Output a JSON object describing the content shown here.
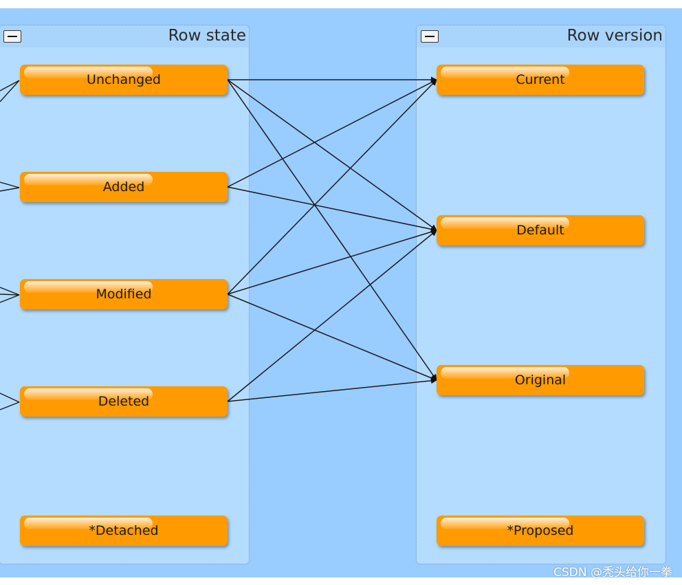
{
  "groups": {
    "row_state": {
      "title": "Row state",
      "nodes": [
        "Unchanged",
        "Added",
        "Modified",
        "Deleted",
        "*Detached"
      ]
    },
    "row_version": {
      "title": "Row version",
      "nodes": [
        "Current",
        "Default",
        "Original",
        "*Proposed"
      ]
    }
  },
  "edges": [
    [
      "Unchanged",
      "Current"
    ],
    [
      "Unchanged",
      "Default"
    ],
    [
      "Unchanged",
      "Original"
    ],
    [
      "Added",
      "Current"
    ],
    [
      "Added",
      "Default"
    ],
    [
      "Modified",
      "Current"
    ],
    [
      "Modified",
      "Default"
    ],
    [
      "Modified",
      "Original"
    ],
    [
      "Deleted",
      "Default"
    ],
    [
      "Deleted",
      "Original"
    ]
  ],
  "colors": {
    "canvas": "#99ccff",
    "group_fill": "#b4dcff",
    "node_fill": "#ff9a00",
    "edge": "#1a1a1a"
  },
  "icons": [
    "collapse-icon"
  ],
  "watermark": "CSDN @秃头给你一拳"
}
